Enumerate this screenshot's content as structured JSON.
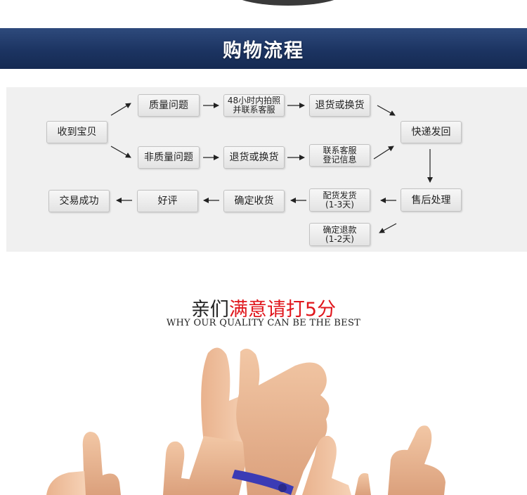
{
  "banner": {
    "title": "购物流程",
    "bg_color": "#1c3462"
  },
  "flow": {
    "steps": {
      "receive": "收到宝贝",
      "quality_issue": "质量问题",
      "non_quality_issue": "非质量问题",
      "photo_48h": [
        "48小时内拍照",
        "并联系客服"
      ],
      "return_exchange_a": "退货或换货",
      "return_exchange_b": "退货或换货",
      "contact_register": [
        "联系客服",
        "登记信息"
      ],
      "express_back": "快递发回",
      "after_sales": "售后处理",
      "ship_goods": [
        "配货发货",
        "(1-3天)"
      ],
      "confirm_refund": [
        "确定退款",
        "(1-2天)"
      ],
      "confirm_receipt": "确定收货",
      "good_review": "好评",
      "deal_done": "交易成功"
    }
  },
  "tagline": {
    "prefix": "亲们",
    "highlight": "满意请打5分",
    "highlight_color": "#e0161c",
    "sub": "WHY OUR QUALITY CAN BE THE BEST"
  },
  "photo": {
    "subject": "thumbs-up-hands-photo"
  }
}
